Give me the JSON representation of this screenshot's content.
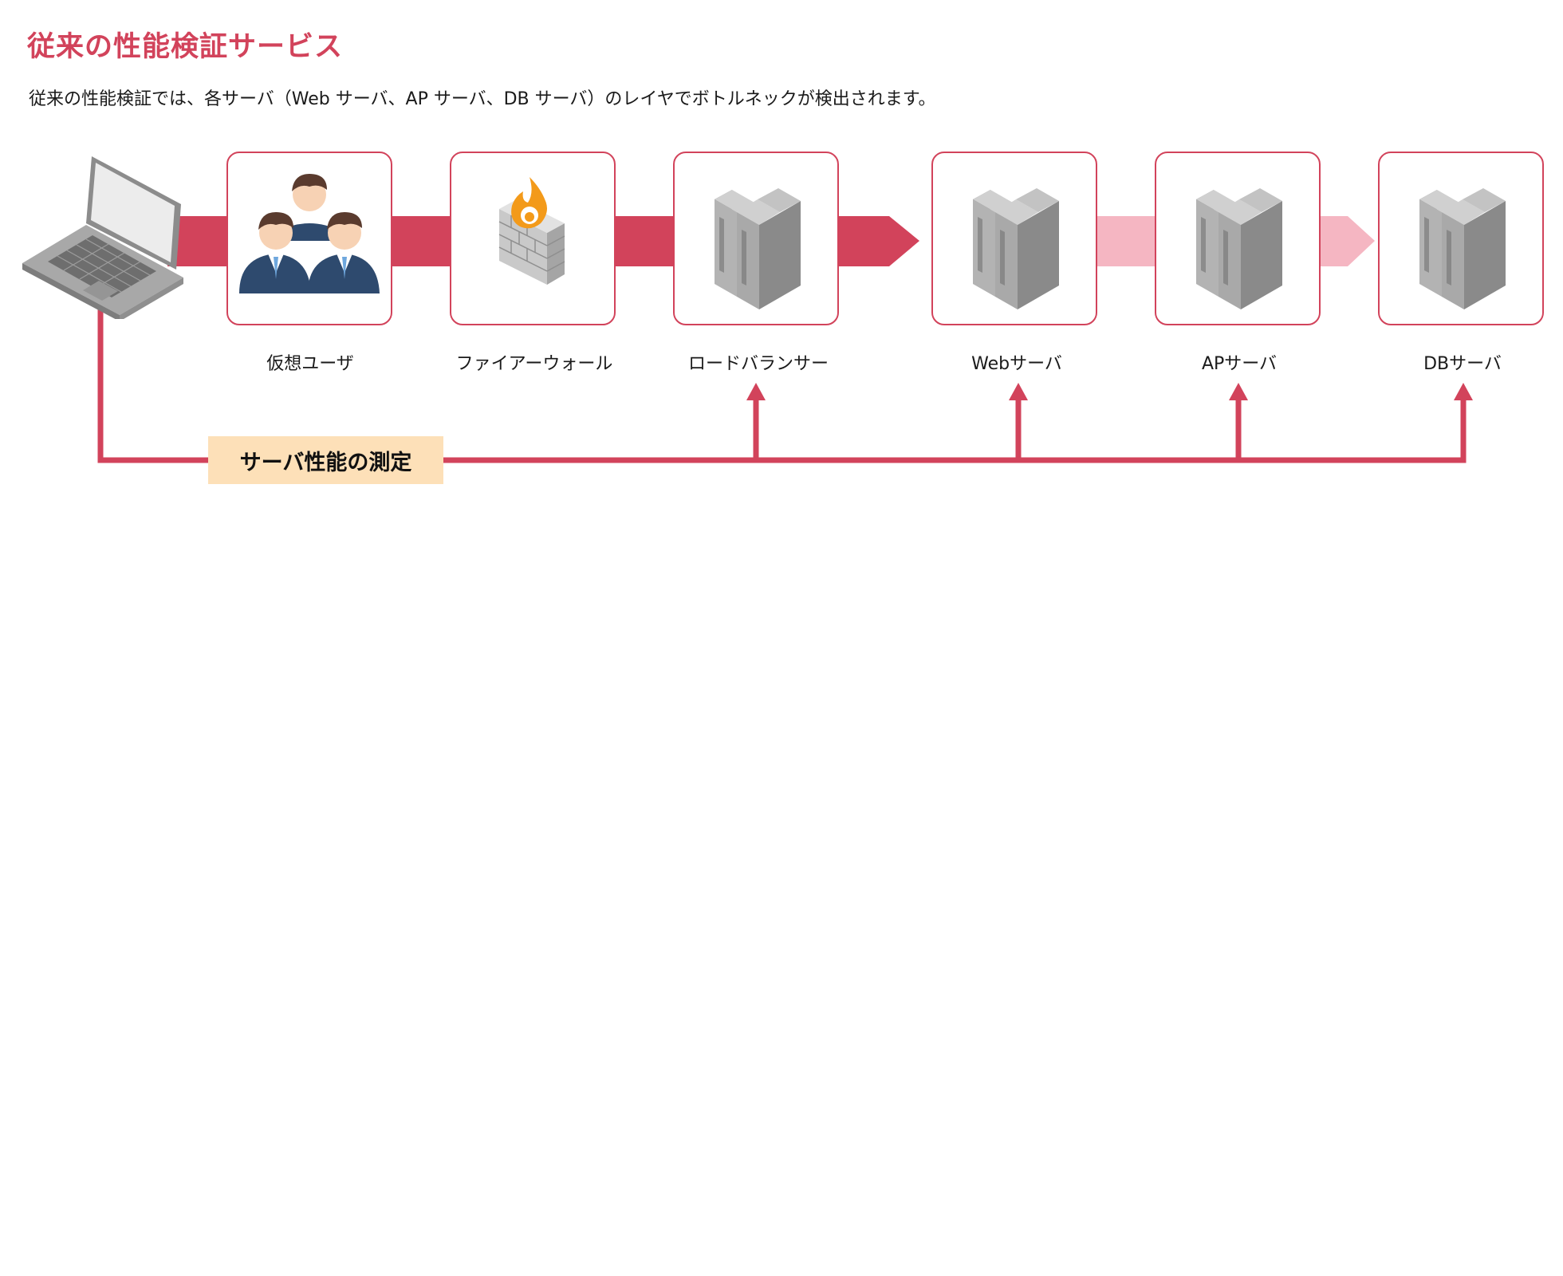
{
  "title": "従来の性能検証サービス",
  "description": "従来の性能検証では、各サーバ（Web サーバ、AP サーバ、DB サーバ）のレイヤでボトルネックが検出されます。",
  "colors": {
    "accent": "#d2435b",
    "flow_light": "#f5b6c2",
    "label_bg": "#fde0b8",
    "server_gray": "#9a9a9a"
  },
  "client": {
    "icon": "laptop-icon"
  },
  "nodes": [
    {
      "id": "virtual-user",
      "label": "仮想ユーザ",
      "icon": "users-icon"
    },
    {
      "id": "firewall",
      "label": "ファイアーウォール",
      "icon": "firewall-icon"
    },
    {
      "id": "load-balancer",
      "label": "ロードバランサー",
      "icon": "server-icon"
    },
    {
      "id": "web-server",
      "label": "Webサーバ",
      "icon": "server-icon"
    },
    {
      "id": "ap-server",
      "label": "APサーバ",
      "icon": "server-icon"
    },
    {
      "id": "db-server",
      "label": "DBサーバ",
      "icon": "server-icon"
    }
  ],
  "measure": {
    "label": "サーバ性能の測定"
  }
}
